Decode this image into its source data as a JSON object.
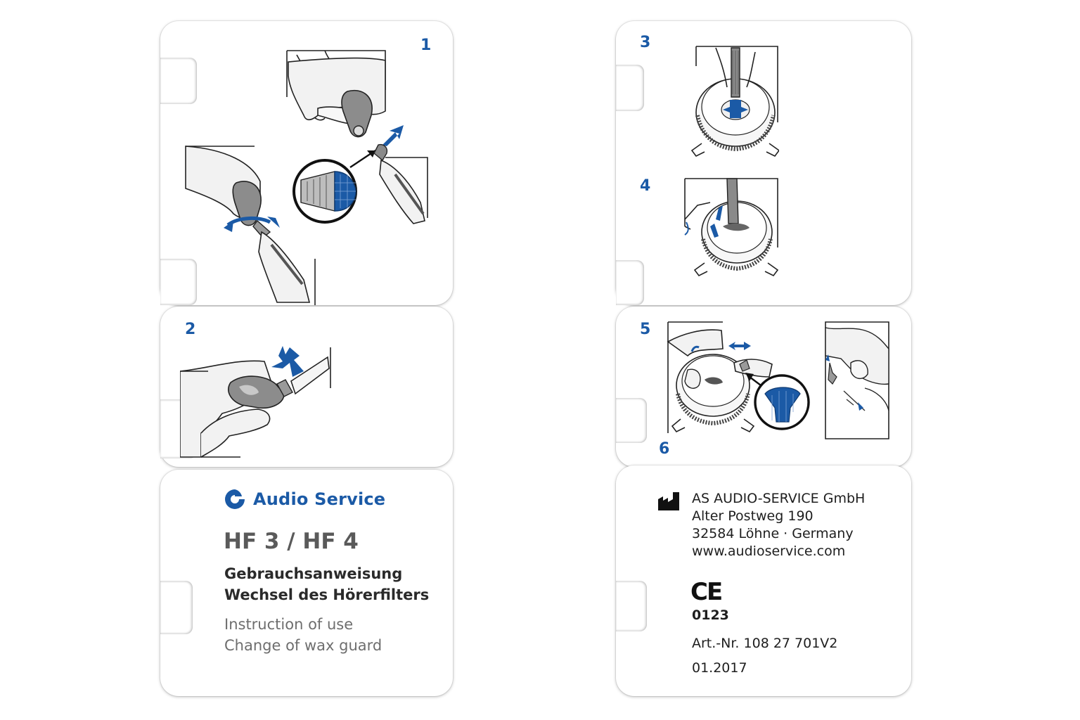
{
  "steps": [
    "1",
    "2",
    "3",
    "4",
    "5",
    "6"
  ],
  "brand": {
    "name": "Audio Service",
    "logo_icon": "audio-service-logo-icon",
    "color": "#1b5aa6"
  },
  "product": {
    "model": "HF 3 / HF 4",
    "title_de_1": "Gebrauchsanweisung",
    "title_de_2": "Wechsel des Hörerfilters",
    "title_en_1": "Instruction of use",
    "title_en_2": "Change of wax guard"
  },
  "manufacturer": {
    "icon": "manufacturer-factory-icon",
    "name": "AS AUDIO-SERVICE GmbH",
    "street": "Alter Postweg 190",
    "city": "32584 Löhne · Germany",
    "web": "www.audioservice.com"
  },
  "certification": {
    "ce_mark": "CE",
    "notified_body": "0123"
  },
  "article": {
    "number": "Art.-Nr. 108 27 701V2",
    "date": "01.2017"
  },
  "colors": {
    "accent": "#1b5aa6",
    "text": "#2a2a2a",
    "muted": "#6e6e6e"
  }
}
